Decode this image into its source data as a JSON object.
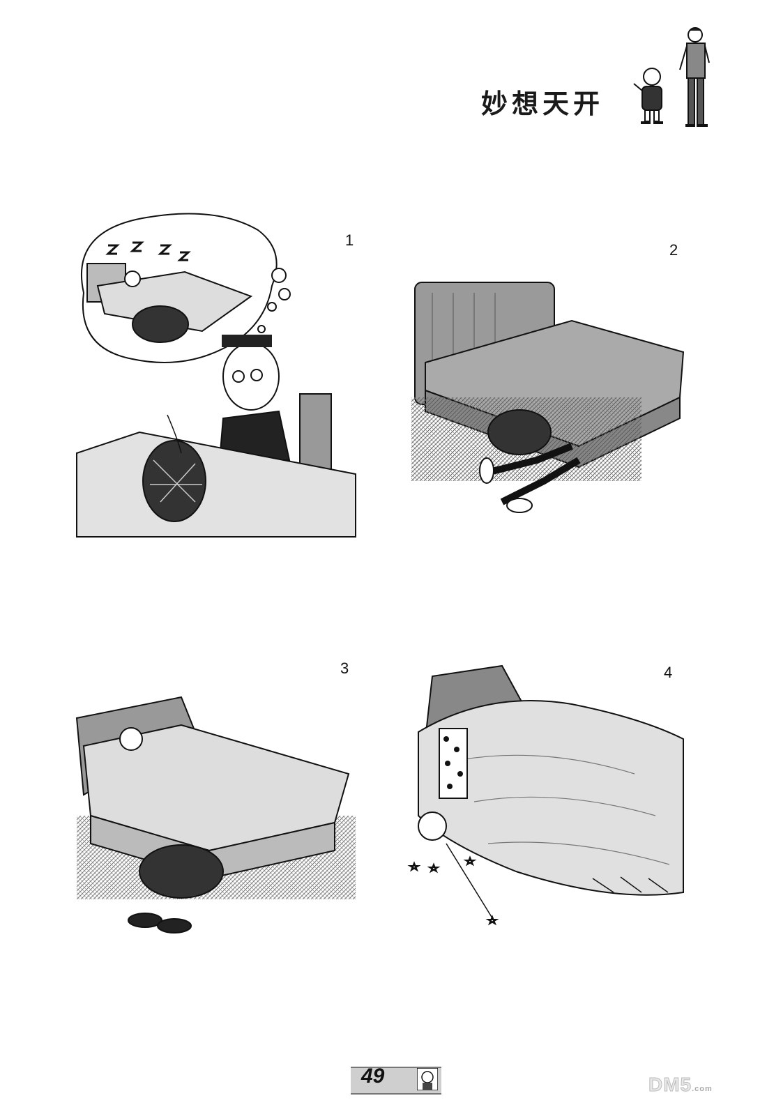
{
  "header": {
    "title": "妙想天开"
  },
  "panels": [
    {
      "number": "1",
      "caption": ""
    },
    {
      "number": "2",
      "caption": ""
    },
    {
      "number": "3",
      "caption": ""
    },
    {
      "number": "4",
      "caption": ""
    }
  ],
  "dream_text": "z z z z",
  "footer": {
    "page_number": "49"
  },
  "watermark": {
    "brand": "DM5",
    "suffix": ".com"
  }
}
